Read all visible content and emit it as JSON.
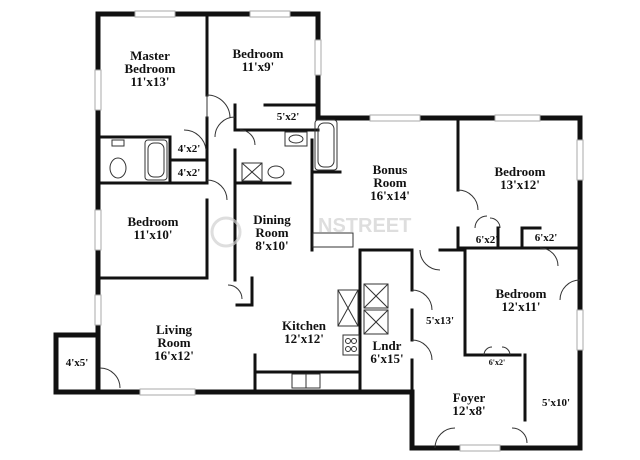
{
  "rooms": [
    {
      "key": "master",
      "name_lines": [
        "Master",
        "Bedroom"
      ],
      "size": "11'x13'"
    },
    {
      "key": "bed2",
      "name_lines": [
        "Bedroom"
      ],
      "size": "11'x9'"
    },
    {
      "key": "closet52",
      "name_lines": [],
      "size": "5'x2'"
    },
    {
      "key": "closet42a",
      "name_lines": [],
      "size": "4'x2'"
    },
    {
      "key": "closet42b",
      "name_lines": [],
      "size": "4'x2'"
    },
    {
      "key": "bonus",
      "name_lines": [
        "Bonus",
        "Room"
      ],
      "size": "16'x14'"
    },
    {
      "key": "bed3",
      "name_lines": [
        "Bedroom"
      ],
      "size": "13'x12'"
    },
    {
      "key": "closet62a",
      "name_lines": [],
      "size": "6'x2'"
    },
    {
      "key": "closet62b",
      "name_lines": [],
      "size": "6'x2'"
    },
    {
      "key": "bed4",
      "name_lines": [
        "Bedroom"
      ],
      "size": "11'x10'"
    },
    {
      "key": "dining",
      "name_lines": [
        "Dining",
        "Room"
      ],
      "size": "8'x10'"
    },
    {
      "key": "hall",
      "name_lines": [],
      "size": "5'x13'"
    },
    {
      "key": "bed5",
      "name_lines": [
        "Bedroom"
      ],
      "size": "12'x11'"
    },
    {
      "key": "closet62c",
      "name_lines": [],
      "size": "6'x2'"
    },
    {
      "key": "living",
      "name_lines": [
        "Living",
        "Room"
      ],
      "size": "16'x12'"
    },
    {
      "key": "kitchen",
      "name_lines": [
        "Kitchen"
      ],
      "size": "12'x12'"
    },
    {
      "key": "laundry",
      "name_lines": [
        "Lndr"
      ],
      "size": "6'x15'"
    },
    {
      "key": "porch",
      "name_lines": [],
      "size": "4'x5'"
    },
    {
      "key": "foyer",
      "name_lines": [
        "Foyer"
      ],
      "size": "12'x8'"
    },
    {
      "key": "hall2",
      "name_lines": [],
      "size": "5'x10'"
    }
  ],
  "watermark": "NSTREET"
}
